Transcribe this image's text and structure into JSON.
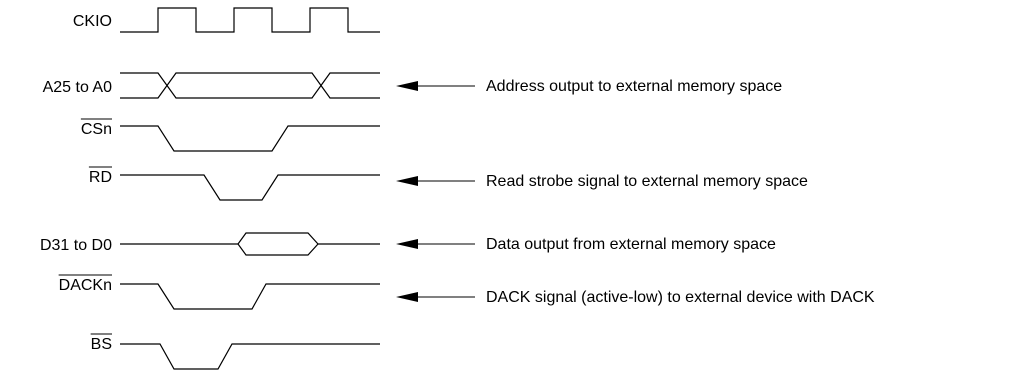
{
  "signals": [
    {
      "id": "ckio",
      "label": "CKIO",
      "active_low": false
    },
    {
      "id": "addr",
      "label": "A25 to A0",
      "active_low": false
    },
    {
      "id": "csn",
      "label": "CSn",
      "active_low": true
    },
    {
      "id": "rd",
      "label": "RD",
      "active_low": true
    },
    {
      "id": "data",
      "label": "D31 to D0",
      "active_low": false
    },
    {
      "id": "dackn",
      "label": "DACKn",
      "active_low": true
    },
    {
      "id": "bs",
      "label": "BS",
      "active_low": true
    }
  ],
  "annotations": {
    "address": "Address output to external memory space",
    "read_strobe": "Read strobe signal to external memory space",
    "data": "Data output from external memory space",
    "dack": "DACK signal (active-low) to external device with DACK"
  }
}
